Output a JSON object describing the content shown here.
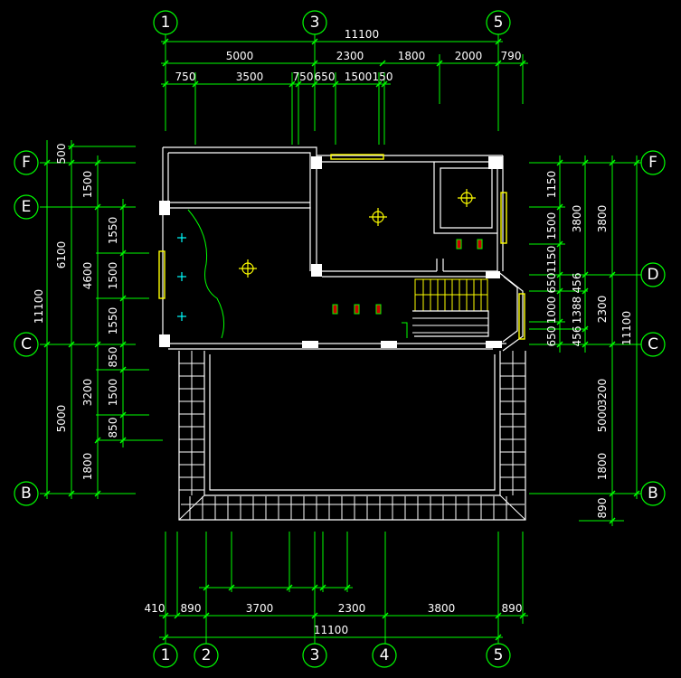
{
  "axes": {
    "top": [
      "1",
      "3",
      "5"
    ],
    "bottom": [
      "1",
      "2",
      "3",
      "4",
      "5"
    ],
    "left": [
      "F",
      "E",
      "C",
      "B"
    ],
    "right": [
      "F",
      "D",
      "C",
      "B"
    ]
  },
  "dims": {
    "top_total": "11100",
    "top_row1": [
      "5000",
      "2300",
      "1800",
      "2000",
      "790"
    ],
    "top_row2": [
      "750",
      "3500",
      "750",
      "650",
      "1500",
      "150"
    ],
    "bottom_total": "11100",
    "bottom_row": [
      "410",
      "890",
      "3700",
      "2300",
      "3800",
      "890"
    ],
    "left_total": "11100",
    "left_col1": [
      "500",
      "6100",
      "5000"
    ],
    "left_col2": [
      "1500",
      "4600",
      "3200",
      "1800"
    ],
    "left_col3": [
      "1550",
      "1500",
      "1550",
      "850",
      "1500",
      "850"
    ],
    "right_total": "11100",
    "right_col1": [
      "1150",
      "1500",
      "1150",
      "650",
      "1000",
      "650"
    ],
    "right_col2": [
      "3800",
      "1388",
      "456",
      "456"
    ],
    "right_col3": [
      "3800",
      "2300",
      "3200",
      "1800"
    ],
    "right_col4": [
      "5000",
      "890"
    ]
  }
}
